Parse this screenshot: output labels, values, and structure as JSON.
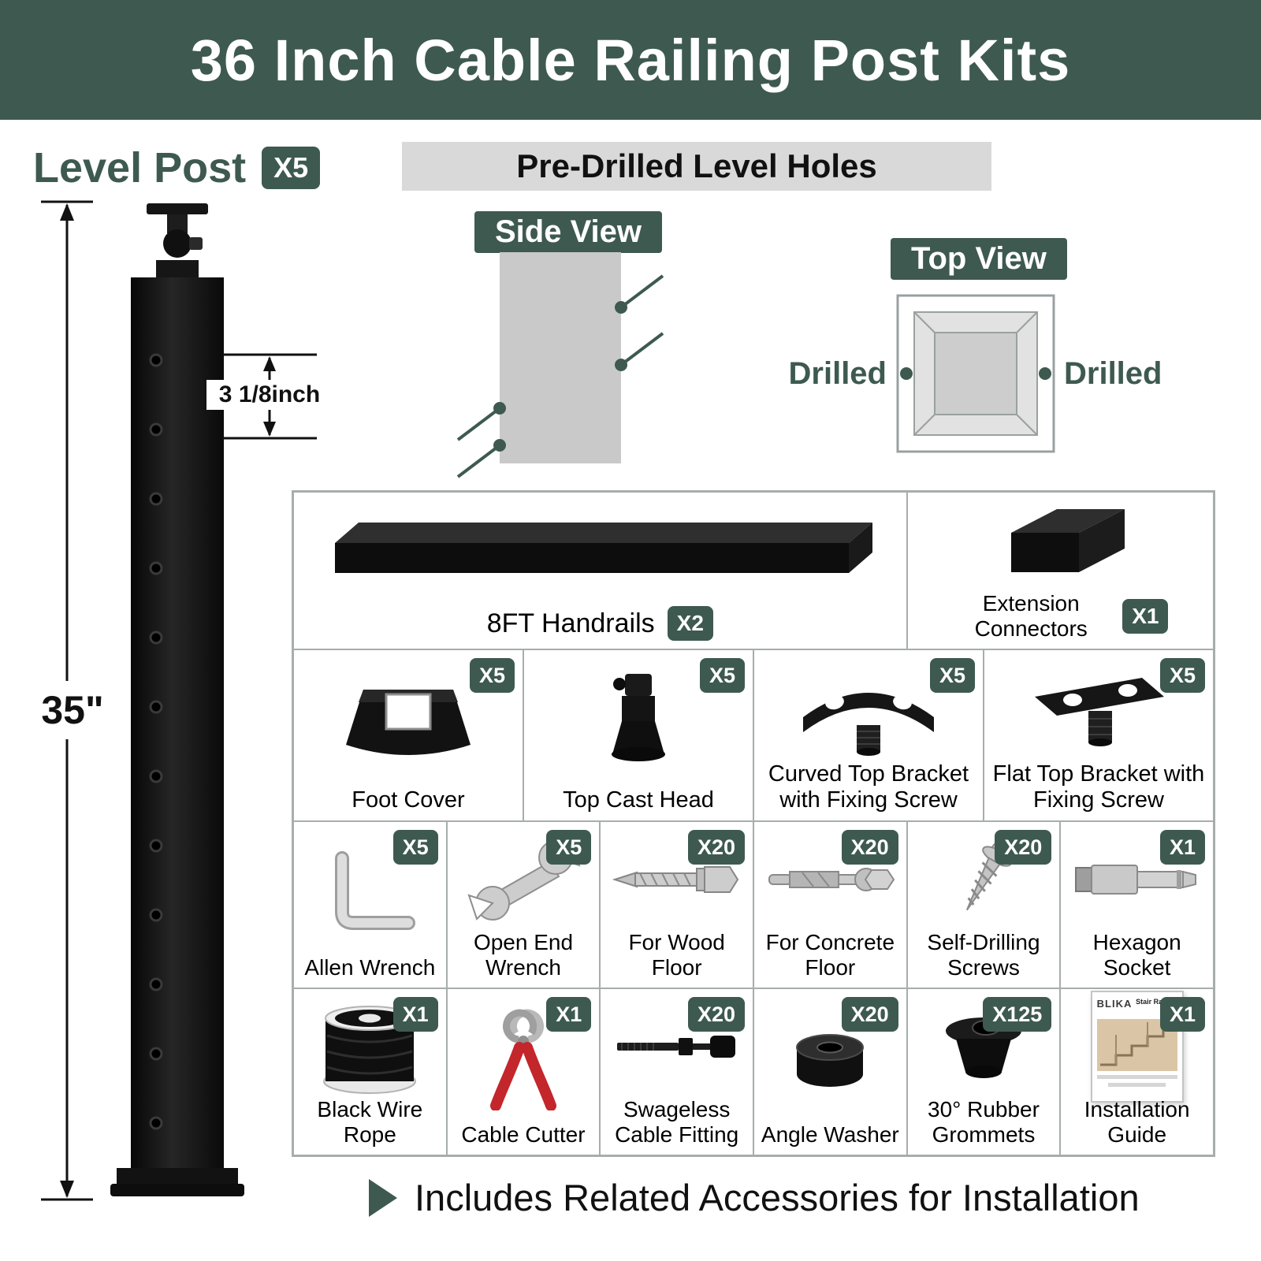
{
  "colors": {
    "accent_green": "#3e5a50",
    "bar_gray": "#d9d9d9"
  },
  "header": {
    "title": "36 Inch Cable Railing Post Kits"
  },
  "level_post": {
    "label": "Level Post",
    "qty": "X5",
    "overall_height": "35\"",
    "hole_spacing": "3 1/8inch"
  },
  "views": {
    "section_title": "Pre-Drilled Level Holes",
    "side_view_label": "Side View",
    "top_view_label": "Top View",
    "drilled_left": "Drilled",
    "drilled_right": "Drilled"
  },
  "grid": {
    "row1": [
      {
        "label": "8FT Handrails",
        "qty": "X2"
      },
      {
        "label": "Extension Connectors",
        "qty": "X1"
      }
    ],
    "row2": [
      {
        "label": "Foot Cover",
        "qty": "X5"
      },
      {
        "label": "Top Cast Head",
        "qty": "X5"
      },
      {
        "label": "Curved Top Bracket with Fixing Screw",
        "qty": "X5"
      },
      {
        "label": "Flat Top Bracket with Fixing Screw",
        "qty": "X5"
      }
    ],
    "row3": [
      {
        "label": "Allen Wrench",
        "qty": "X5"
      },
      {
        "label": "Open End Wrench",
        "qty": "X5"
      },
      {
        "label": "For Wood Floor",
        "qty": "X20"
      },
      {
        "label": "For Concrete Floor",
        "qty": "X20"
      },
      {
        "label": "Self-Drilling Screws",
        "qty": "X20"
      },
      {
        "label": "Hexagon Socket",
        "qty": "X1"
      }
    ],
    "row4": [
      {
        "label": "Black Wire Rope",
        "qty": "X1"
      },
      {
        "label": "Cable Cutter",
        "qty": "X1"
      },
      {
        "label": "Swageless Cable Fitting",
        "qty": "X20"
      },
      {
        "label": "Angle Washer",
        "qty": "X20"
      },
      {
        "label": "30° Rubber Grommets",
        "qty": "X125"
      },
      {
        "label": "Installation Guide",
        "qty": "X1"
      }
    ]
  },
  "guide": {
    "brand": "BLIKA",
    "title": "Stair Railing Post"
  },
  "footer": {
    "note": "Includes Related Accessories for Installation"
  },
  "icons": {
    "footer_marker": "play-triangle",
    "parts": [
      "handrail",
      "extension-connector",
      "foot-cover",
      "top-cast-head",
      "curved-top-bracket",
      "flat-top-bracket",
      "allen-wrench",
      "open-end-wrench",
      "wood-screw",
      "concrete-anchor",
      "self-drilling-screw",
      "hexagon-socket",
      "wire-rope-spool",
      "cable-cutter",
      "swageless-fitting",
      "angle-washer",
      "rubber-grommet",
      "installation-guide"
    ]
  }
}
